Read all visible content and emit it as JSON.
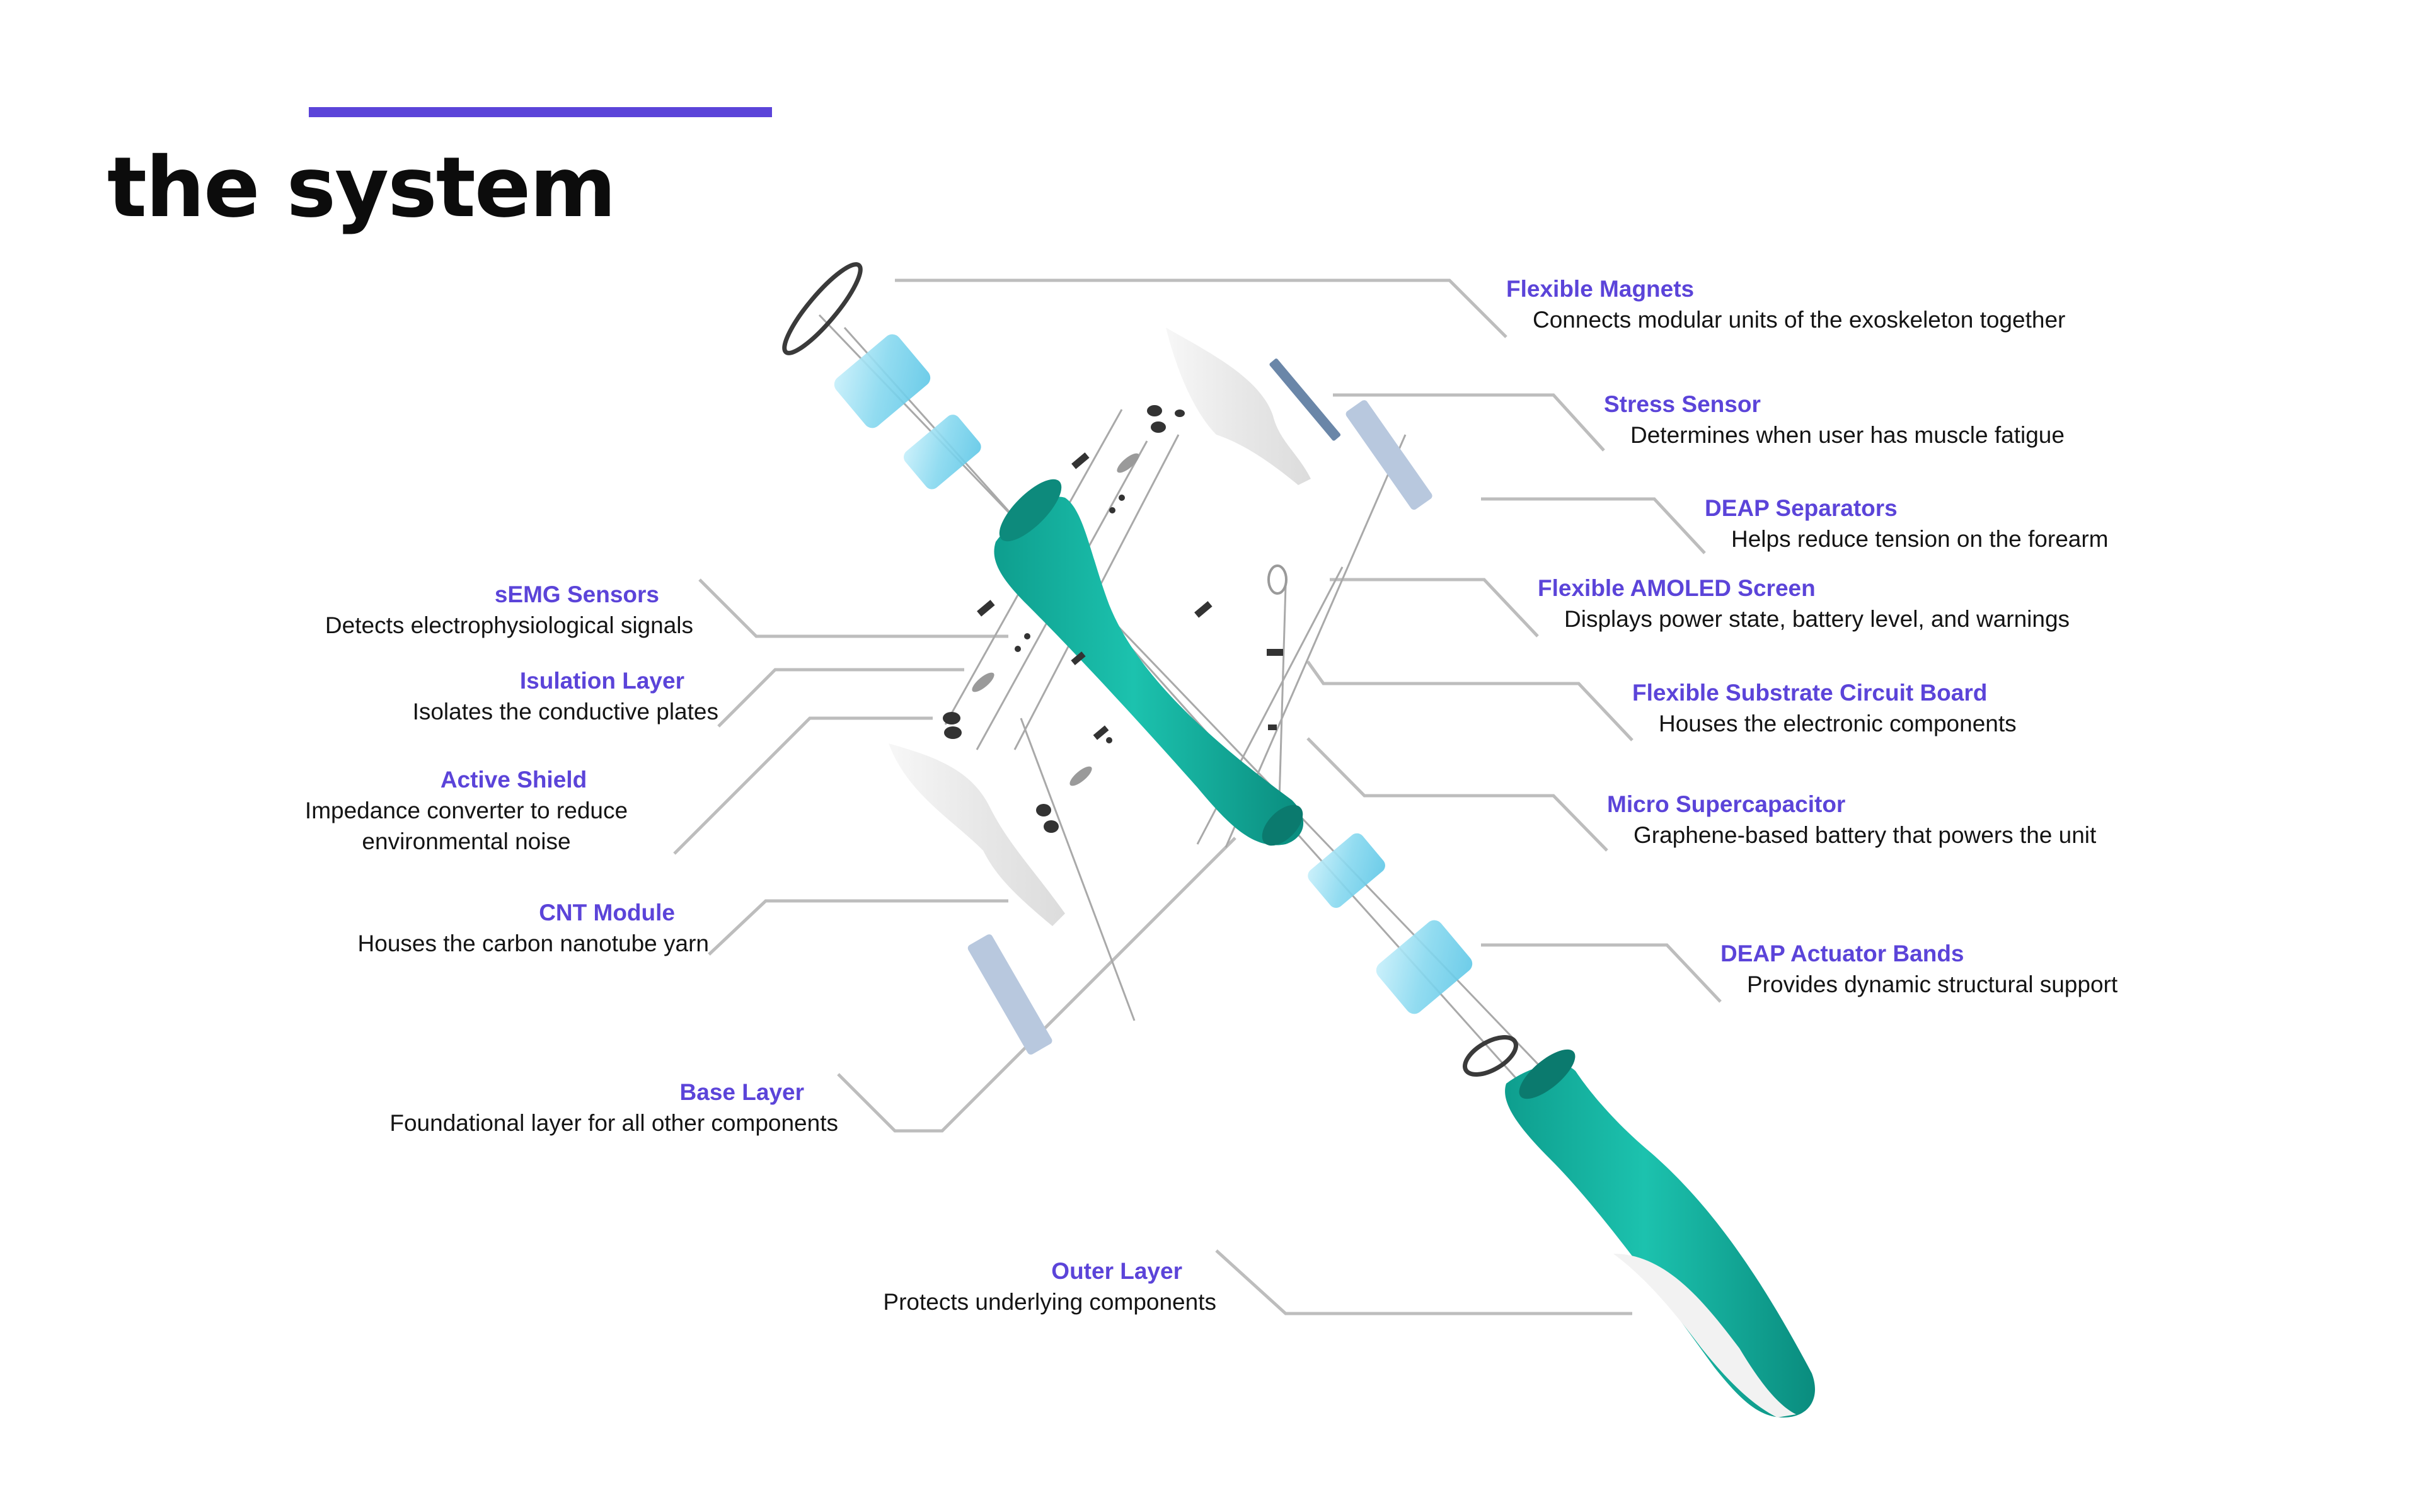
{
  "title": "the system",
  "colors": {
    "accent": "#5b44d9",
    "label": "#5b44d9",
    "text": "#141414",
    "leader": "#bdbdbd",
    "teal": "#14b8a6",
    "lens": "#8fdcf2",
    "plate": "#b8c8de"
  },
  "components": [
    {
      "id": "flexible-magnets",
      "name": "Flexible Magnets",
      "description": "Connects modular units of the exoskeleton together"
    },
    {
      "id": "stress-sensor",
      "name": "Stress Sensor",
      "description": "Determines when user has muscle fatigue"
    },
    {
      "id": "deap-separators",
      "name": "DEAP Separators",
      "description": "Helps reduce tension on the forearm"
    },
    {
      "id": "flexible-amoled-screen",
      "name": "Flexible AMOLED Screen",
      "description": "Displays power state, battery level, and warnings"
    },
    {
      "id": "flexible-substrate-circuit-board",
      "name": "Flexible Substrate Circuit Board",
      "description": "Houses the electronic components"
    },
    {
      "id": "micro-supercapacitor",
      "name": "Micro Supercapacitor",
      "description": "Graphene-based battery that powers the unit"
    },
    {
      "id": "deap-actuator-bands",
      "name": "DEAP Actuator Bands",
      "description": "Provides dynamic structural support"
    },
    {
      "id": "semg-sensors",
      "name": "sEMG Sensors",
      "description": "Detects electrophysiological signals"
    },
    {
      "id": "isulation-layer",
      "name": "Isulation Layer",
      "description": "Isolates the conductive plates"
    },
    {
      "id": "active-shield",
      "name": "Active Shield",
      "description": "Impedance converter to reduce environmental noise"
    },
    {
      "id": "cnt-module",
      "name": "CNT Module",
      "description": "Houses the carbon nanotube yarn"
    },
    {
      "id": "base-layer",
      "name": "Base Layer",
      "description": "Foundational layer for all other components"
    },
    {
      "id": "outer-layer",
      "name": "Outer Layer",
      "description": "Protects underlying components"
    }
  ]
}
